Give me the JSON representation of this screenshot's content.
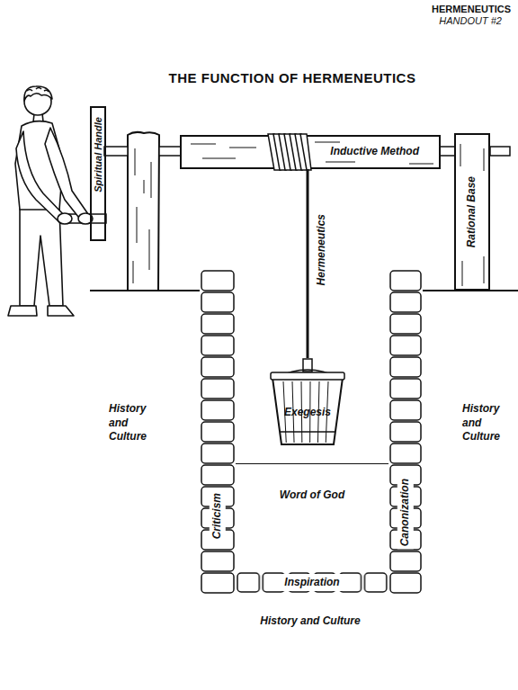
{
  "diagram": {
    "title": "THE FUNCTION OF HERMENEUTICS",
    "nodes": [
      {
        "text": [
          "Spiritual Handle"
        ]
      },
      {
        "text": [
          "Inductive Method"
        ]
      },
      {
        "text": [
          "Rational Base"
        ]
      },
      {
        "text": [
          "Exegesis"
        ]
      },
      {
        "text": [
          "Criticism"
        ]
      },
      {
        "text": [
          "Word of God"
        ]
      },
      {
        "text": [
          "Canonization"
        ]
      },
      {
        "text": [
          "Inspiration"
        ]
      }
    ],
    "edges": [
      {
        "from": 1,
        "to": 3,
        "arrow": "none",
        "label": "Hermeneutics"
      }
    ],
    "labels": [
      "HERMENEUTICS",
      "HANDOUT #2",
      "History and Culture",
      "History and Culture",
      "History and Culture"
    ]
  }
}
